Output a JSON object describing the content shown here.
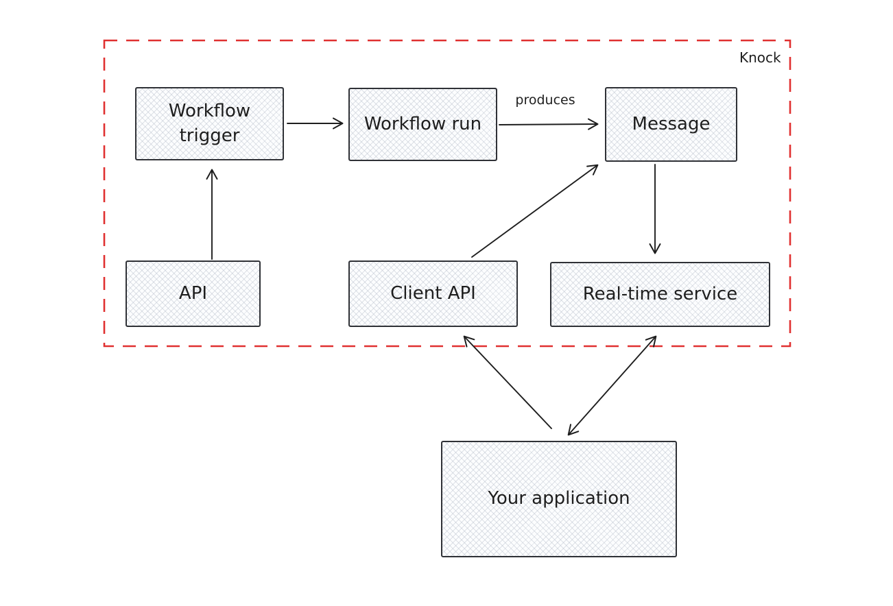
{
  "diagram": {
    "region": {
      "label": "Knock",
      "border_color": "#e03131"
    },
    "colors": {
      "stroke": "#1e1e1e",
      "box_border": "#2f3136",
      "box_fill": "#fcfdfe",
      "region_border": "#e03131",
      "background": "#ffffff"
    },
    "nodes": {
      "workflow_trigger": {
        "label": "Workflow trigger"
      },
      "workflow_run": {
        "label": "Workflow run"
      },
      "message": {
        "label": "Message"
      },
      "api": {
        "label": "API"
      },
      "client_api": {
        "label": "Client API"
      },
      "real_time_service": {
        "label": "Real-time service"
      },
      "your_application": {
        "label": "Your application"
      }
    },
    "edges": [
      {
        "from": "workflow_trigger",
        "to": "workflow_run",
        "label": "",
        "direction": "uni"
      },
      {
        "from": "workflow_run",
        "to": "message",
        "label": "produces",
        "direction": "uni"
      },
      {
        "from": "api",
        "to": "workflow_trigger",
        "label": "",
        "direction": "uni"
      },
      {
        "from": "client_api",
        "to": "message",
        "label": "",
        "direction": "uni"
      },
      {
        "from": "message",
        "to": "real_time_service",
        "label": "",
        "direction": "uni"
      },
      {
        "from": "your_application",
        "to": "client_api",
        "label": "",
        "direction": "uni"
      },
      {
        "from": "your_application",
        "to": "real_time_service",
        "label": "",
        "direction": "bi"
      }
    ]
  }
}
